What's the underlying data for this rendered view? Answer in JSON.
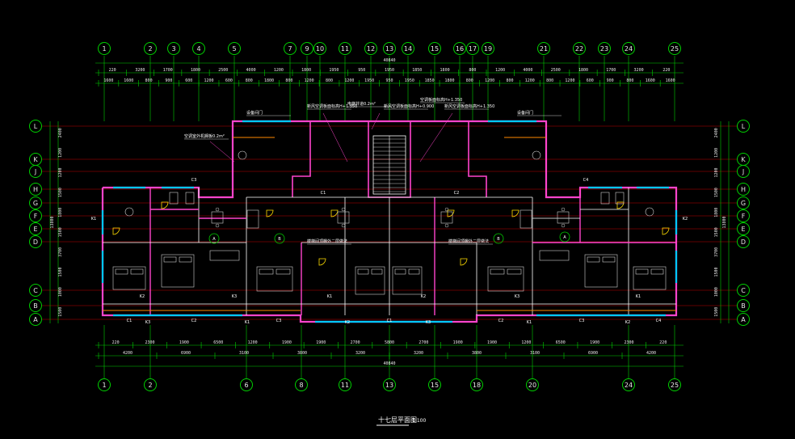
{
  "drawing": {
    "title": "十七层平面图",
    "scale": "1:100",
    "colors": {
      "background": "#000000",
      "axis": "#00d000",
      "axis_text": "#e8e8e8",
      "dimension": "#c8c8c8",
      "wall": "#ff44cc",
      "wall_secondary": "#ffffff",
      "window": "#00c8ff",
      "door": "#ffdd00",
      "furniture": "#d0d0d0",
      "orange": "#ff8800",
      "red_grid": "#c00000",
      "blue": "#3c64ff"
    }
  },
  "axes": {
    "vertical": [
      {
        "label": "1",
        "x": 1
      },
      {
        "label": "2",
        "x": 2
      },
      {
        "label": "3",
        "x": 3
      },
      {
        "label": "4",
        "x": 4
      },
      {
        "label": "5",
        "x": 5
      },
      {
        "label": "7",
        "x": 7
      },
      {
        "label": "9",
        "x": 9
      },
      {
        "label": "10",
        "x": 10
      },
      {
        "label": "11",
        "x": 11
      },
      {
        "label": "12",
        "x": 12
      },
      {
        "label": "13",
        "x": 13
      },
      {
        "label": "14",
        "x": 14
      },
      {
        "label": "15",
        "x": 15
      },
      {
        "label": "16",
        "x": 16
      },
      {
        "label": "17",
        "x": 17
      },
      {
        "label": "19",
        "x": 19
      },
      {
        "label": "21",
        "x": 21
      },
      {
        "label": "22",
        "x": 22
      },
      {
        "label": "23",
        "x": 23
      },
      {
        "label": "24",
        "x": 24
      },
      {
        "label": "25",
        "x": 25
      }
    ],
    "vertical_bottom": [
      "1",
      "2",
      "6",
      "8",
      "11",
      "13",
      "15",
      "18",
      "20",
      "24",
      "25"
    ],
    "horizontal": [
      "L",
      "K",
      "J",
      "H",
      "G",
      "F",
      "E",
      "D",
      "C",
      "B",
      "A"
    ]
  },
  "dimensions": {
    "top_total": "40840",
    "top_row1": [
      "220",
      "3200",
      "1700",
      "1800",
      "2500",
      "4000",
      "1200",
      "1800",
      "1950",
      "950",
      "1950",
      "1850",
      "1800",
      "800",
      "1200",
      "4000",
      "2500",
      "1800",
      "1700",
      "3200",
      "220"
    ],
    "top_row2": [
      "1600",
      "1600",
      "800",
      "900",
      "600",
      "1200",
      "600",
      "800",
      "1800",
      "800",
      "1200",
      "800",
      "1200",
      "1950",
      "950",
      "1950",
      "1850",
      "1800",
      "800",
      "1200",
      "800",
      "1200",
      "800",
      "1200",
      "600",
      "900",
      "800",
      "1600",
      "1600"
    ],
    "bottom_row1": [
      "220",
      "2300",
      "1900",
      "6500",
      "1200",
      "1900",
      "1900",
      "2700",
      "5800",
      "2700",
      "1900",
      "1900",
      "1200",
      "6500",
      "1900",
      "2300",
      "220"
    ],
    "bottom_row2": [
      "4200",
      "6900",
      "3100",
      "3800",
      "3200",
      "3200",
      "3800",
      "3100",
      "6900",
      "4200"
    ],
    "bottom_total": "40840",
    "left_side": [
      "2400",
      "1200",
      "1200",
      "1500",
      "1800",
      "1500",
      "3700",
      "1500",
      "1000",
      "1500"
    ],
    "left_total": "13800",
    "right_side": [
      "2400",
      "1200",
      "1200",
      "1500",
      "1800",
      "1500",
      "3700",
      "1500",
      "1000",
      "1500"
    ],
    "right_total": "13800"
  },
  "annotations": {
    "notes": [
      "新风空调板面标高H+1.350",
      "空调室外机搁板0.2m²",
      "新风空调板面标高H+0.900",
      "新风空调板面标高H+1.350",
      "设备间门",
      "设备间门",
      "电梯井道0.2m²",
      "空调板面标高H+1.350",
      "楼梯间顶棚外二层做法",
      "楼梯间顶棚外二层做法"
    ],
    "units": [
      "A",
      "B",
      "B",
      "A"
    ],
    "labels": [
      "K1",
      "K2",
      "K3",
      "K1",
      "K2",
      "K3",
      "K1",
      "K2",
      "K3",
      "K1",
      "K2",
      "K3",
      "K1",
      "K2"
    ],
    "window_codes": [
      "C1",
      "C2",
      "C3",
      "C1",
      "C2",
      "C3",
      "C4",
      "C1",
      "C2",
      "C3",
      "C4"
    ]
  }
}
